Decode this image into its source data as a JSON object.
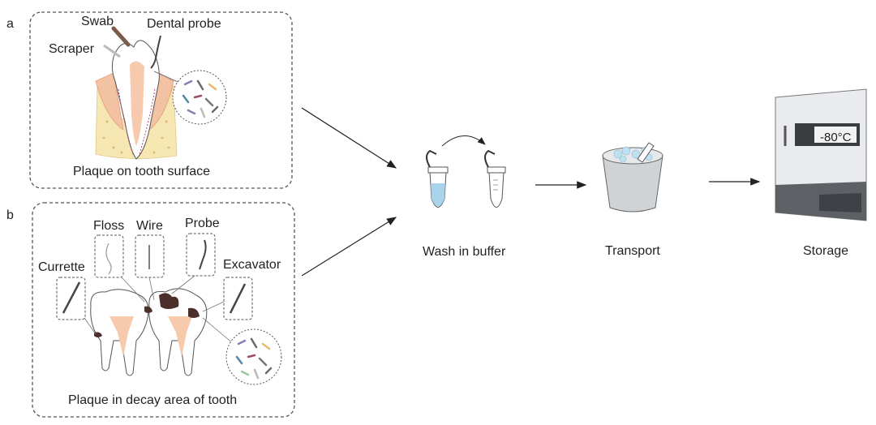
{
  "panel_a": {
    "letter": "a",
    "swab": "Swab",
    "dental_probe": "Dental probe",
    "scraper": "Scraper",
    "caption": "Plaque on tooth surface"
  },
  "panel_b": {
    "letter": "b",
    "floss": "Floss",
    "wire": "Wire",
    "probe": "Probe",
    "currette": "Currette",
    "excavator": "Excavator",
    "caption": "Plaque in decay area of tooth"
  },
  "steps": {
    "wash": "Wash in buffer",
    "transport": "Transport",
    "storage": "Storage",
    "freezer_temp": "-80°C"
  },
  "colors": {
    "dash_border": "#555555",
    "tooth_fill": "#ffffff",
    "pulp": "#f7c9ad",
    "gum": "#f3c2a2",
    "bone": "#f6e6b2",
    "decay": "#4a2f2b",
    "buffer": "#a9d3ea",
    "freezer_body": "#e9ebee",
    "freezer_base": "#5d6166",
    "bucket": "#cfd3d6"
  }
}
